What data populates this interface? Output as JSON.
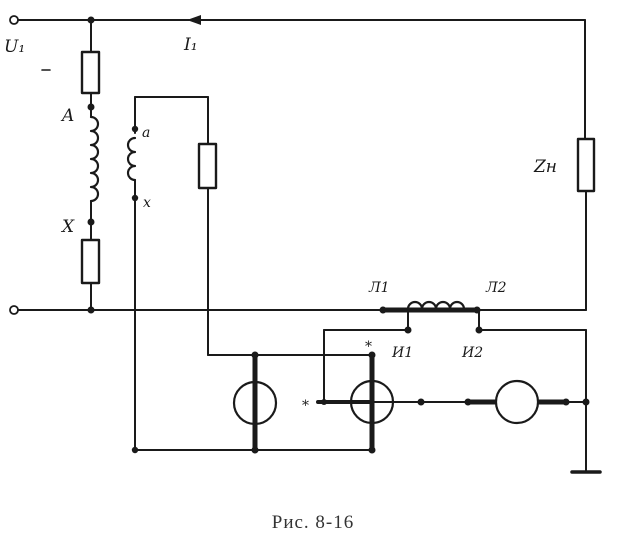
{
  "labels": {
    "u1": "U₁",
    "i1": "I₁",
    "a_upper": "A",
    "x_upper": "X",
    "a_lower": "a",
    "x_lower": "x",
    "z_load": "Zн",
    "l1": "Л1",
    "l2": "Л2",
    "i1_term": "И1",
    "i2_term": "И2",
    "star_left": "*",
    "star_top": "*"
  },
  "caption": "Рис. 8-16",
  "colors": {
    "ink": "#1a1a1a"
  }
}
